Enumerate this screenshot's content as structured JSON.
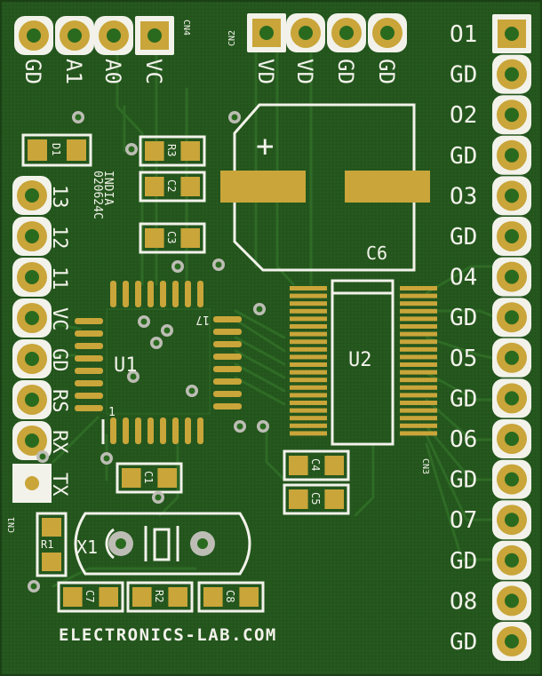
{
  "board": {
    "colors": {
      "substrate": "#24561d",
      "substrate_dark": "#1c4716",
      "trace": "#2e6a25",
      "silk": "#f2f2ea",
      "pad": "#c9a53a",
      "pad_hole": "#2a6a1f",
      "via_ring": "#bdbdb5"
    },
    "footer_text": "ELECTRONICS-LAB.COM",
    "part_number": "020624C",
    "country": "INDIA"
  },
  "cn4": {
    "ref": "CN4",
    "pins": [
      "GD",
      "A1",
      "A0",
      "VC"
    ]
  },
  "cn2": {
    "ref": "CN2",
    "pins": [
      "VD",
      "VD",
      "GD",
      "GD"
    ]
  },
  "cn1": {
    "ref": "CN1",
    "pins": [
      "13",
      "12",
      "11",
      "VC",
      "GD",
      "RS",
      "RX",
      "TX"
    ]
  },
  "cn3": {
    "ref": "CN3",
    "pins": [
      "O1",
      "GD",
      "O2",
      "GD",
      "O3",
      "GD",
      "O4",
      "GD",
      "O5",
      "GD",
      "O6",
      "GD",
      "O7",
      "GD",
      "O8",
      "GD"
    ]
  },
  "components": {
    "u1": "U1",
    "u2": "U2",
    "c6": "C6",
    "c6_polarity": "+",
    "x1": "X1",
    "pin17_marker": "17",
    "pin1_marker": "1",
    "passives": {
      "d1": "D1",
      "r3": "R3",
      "c2": "C2",
      "c3": "C3",
      "c1": "C1",
      "c4": "C4",
      "c5": "C5",
      "r1": "R1",
      "c7": "C7",
      "r2": "R2",
      "c8": "C8"
    }
  }
}
